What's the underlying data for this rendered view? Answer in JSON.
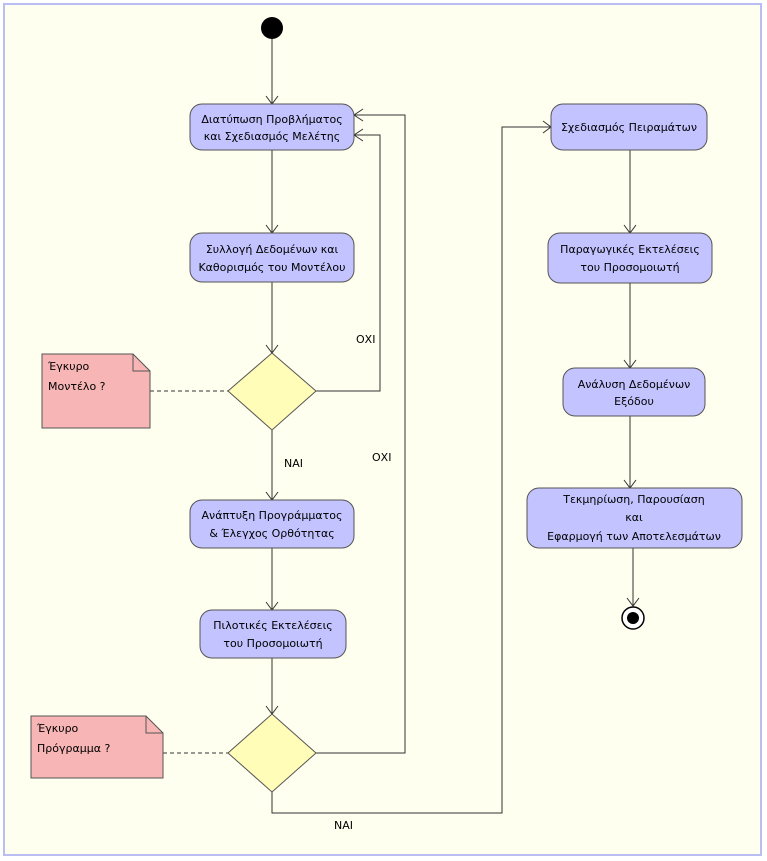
{
  "activities": {
    "problem": [
      "Διατύπωση Προβλήματος",
      "και Σχεδιασμός Μελέτης"
    ],
    "data_collection": [
      "Συλλογή Δεδομένων και",
      "Καθορισμός του Μοντέλου"
    ],
    "program_dev": [
      "Ανάπτυξη Προγράμματος",
      "& Έλεγχος Ορθότητας"
    ],
    "pilot_runs": [
      "Πιλοτικές Εκτελέσεις",
      "του Προσομοιωτή"
    ],
    "experiment_design": [
      "Σχεδιασμός Πειραμάτων"
    ],
    "production_runs": [
      "Παραγωγικές Εκτελέσεις",
      "του Προσομοιωτή"
    ],
    "output_analysis": [
      "Ανάλυση Δεδομένων",
      "Εξόδου"
    ],
    "documentation": [
      "Τεκμηρίωση, Παρουσίαση",
      "και",
      "Εφαρμογή των Αποτελεσμάτων"
    ]
  },
  "notes": {
    "valid_model": [
      "Έγκυρο",
      "Μοντέλο ?"
    ],
    "valid_program": [
      "Έγκυρο",
      "Πρόγραμμα ?"
    ]
  },
  "guards": {
    "model_no": "ΟΧΙ",
    "model_yes": "ΝΑΙ",
    "program_no": "ΟΧΙ",
    "program_yes": "ΝΑΙ"
  }
}
